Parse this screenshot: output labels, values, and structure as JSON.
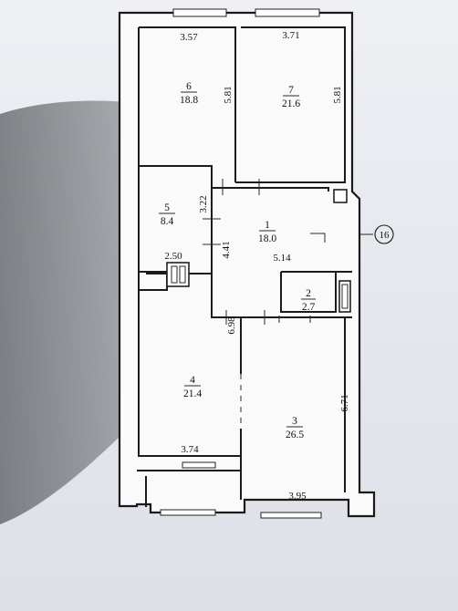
{
  "plan": {
    "section_marker": "16",
    "rooms": [
      {
        "number": "1",
        "area": "18.0"
      },
      {
        "number": "2",
        "area": "2.7"
      },
      {
        "number": "3",
        "area": "26.5"
      },
      {
        "number": "4",
        "area": "21.4"
      },
      {
        "number": "5",
        "area": "8.4"
      },
      {
        "number": "6",
        "area": "18.8"
      },
      {
        "number": "7",
        "area": "21.6"
      }
    ],
    "dimensions": {
      "top_left_width": "3.57",
      "top_right_width": "3.71",
      "room6_height": "5.81",
      "room7_height": "5.81",
      "room5_height": "3.22",
      "hall_height": "4.41",
      "hall_width": "5.14",
      "niche_width": "2.50",
      "room4_height": "6.98",
      "room3_height": "6.71",
      "room4_width": "3.74",
      "room3_width": "3.95"
    }
  }
}
